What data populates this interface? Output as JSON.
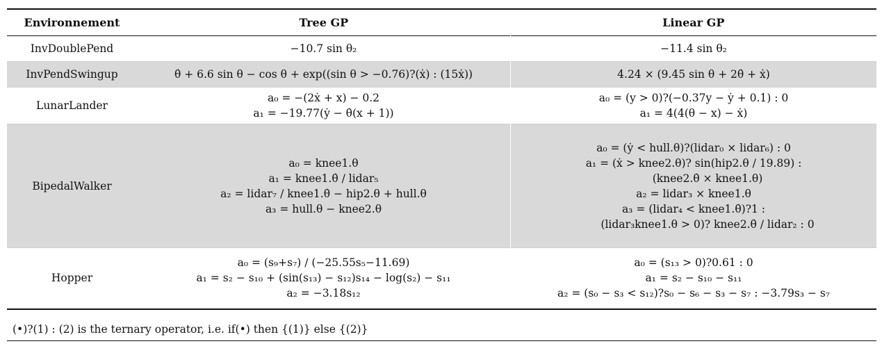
{
  "table": {
    "headers": [
      "Environnement",
      "Tree GP",
      "Linear GP"
    ],
    "rows": [
      {
        "environment": "InvDoublePend",
        "tree_gp": [
          "−10.7 sin θ₂"
        ],
        "linear_gp": [
          "−11.4 sin θ₂"
        ]
      },
      {
        "environment": "InvPendSwingup",
        "tree_gp": [
          "θ̇ + 6.6 sin θ − cos θ + exp((sin θ > −0.76)?(ẋ) : (15ẋ))"
        ],
        "linear_gp": [
          "4.24 × (9.45 sin θ + 2θ̇ + ẋ)"
        ]
      },
      {
        "environment": "LunarLander",
        "tree_gp": [
          "a₀ = −(2ẋ + x) − 0.2",
          "a₁ = −19.77(ẏ − θ̇(x + 1))"
        ],
        "linear_gp": [
          "a₀ = (y > 0)?(−0.37y − ẏ + 0.1) : 0",
          "a₁ = 4(4(θ − x) − ẋ)"
        ]
      },
      {
        "environment": "BipedalWalker",
        "tree_gp": [
          "a₀ = knee1.θ",
          "a₁ = knee1.θ̇ / lidar₅",
          "a₂ = lidar₇ / knee1.θ̇ − hip2.θ + hull.θ",
          "a₃ = hull.θ − knee2.θ"
        ],
        "linear_gp": [
          "a₀ = (ẏ < hull.θ)?(lidar₀ × lidar₆) : 0",
          "a₁ = (ẋ > knee2.θ)? sin(hip2.θ / 19.89) :",
          "(knee2.θ̇ × knee1.θ)",
          "a₂ = lidar₃ × knee1.θ",
          "a₃ = (lidar₄ < knee1.θ̇)?1 :",
          "(lidar₃knee1.θ > 0)? knee2.θ̇ / lidar₂ : 0"
        ]
      },
      {
        "environment": "Hopper",
        "tree_gp": [
          "a₀ = (s₉+s₇) / (−25.55s₅−11.69)",
          "a₁ = s₂ − s₁₀ + (sin(s₁₃) − s₁₂)s₁₄ − log(s₂) − s₁₁",
          "a₂ = −3.18s₁₂"
        ],
        "linear_gp": [
          "a₀ = (s₁₃ > 0)?0.61 : 0",
          "a₁ = s₂ − s₁₀ − s₁₁",
          "a₂ = (s₀ − s₃ < s₁₂)?s₀ − s₆ − s₃ − s₇ : −3.79s₃ − s₇"
        ]
      }
    ],
    "footnote": "(•)?(1) : (2) is the ternary operator, i.e. if(•) then {(1)} else {(2)}"
  }
}
